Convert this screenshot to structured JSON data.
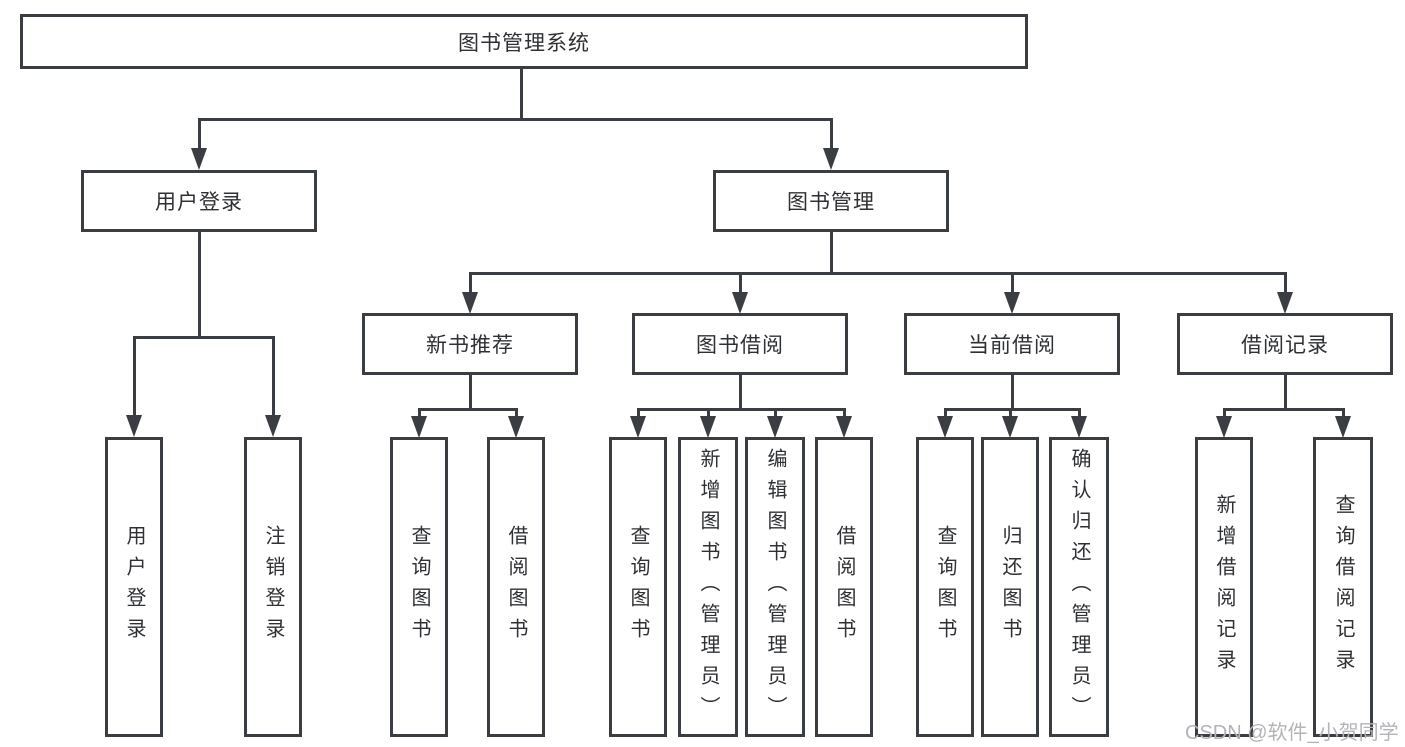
{
  "diagram": {
    "root": {
      "label": "图书管理系统"
    },
    "level2": [
      {
        "label": "用户登录"
      },
      {
        "label": "图书管理"
      }
    ],
    "login_children": [
      {
        "label": "用户登录"
      },
      {
        "label": "注销登录"
      }
    ],
    "groups": [
      {
        "label": "新书推荐",
        "children": [
          {
            "label": "查询图书"
          },
          {
            "label": "借阅图书"
          }
        ]
      },
      {
        "label": "图书借阅",
        "children": [
          {
            "label": "查询图书"
          },
          {
            "label": "新增图书（管理员）"
          },
          {
            "label": "编辑图书（管理员）"
          },
          {
            "label": "借阅图书"
          }
        ]
      },
      {
        "label": "当前借阅",
        "children": [
          {
            "label": "查询图书"
          },
          {
            "label": "归还图书"
          },
          {
            "label": "确认归还（管理员）"
          }
        ]
      },
      {
        "label": "借阅记录",
        "children": [
          {
            "label": "新增借阅记录"
          },
          {
            "label": "查询借阅记录"
          }
        ]
      }
    ]
  },
  "watermark": {
    "text": "CSDN @软件_小贺同学"
  },
  "colors": {
    "line": "#3a3d41",
    "text": "#2e3033",
    "watermark_text": "#b4b4b8",
    "background": "#ffffff"
  }
}
